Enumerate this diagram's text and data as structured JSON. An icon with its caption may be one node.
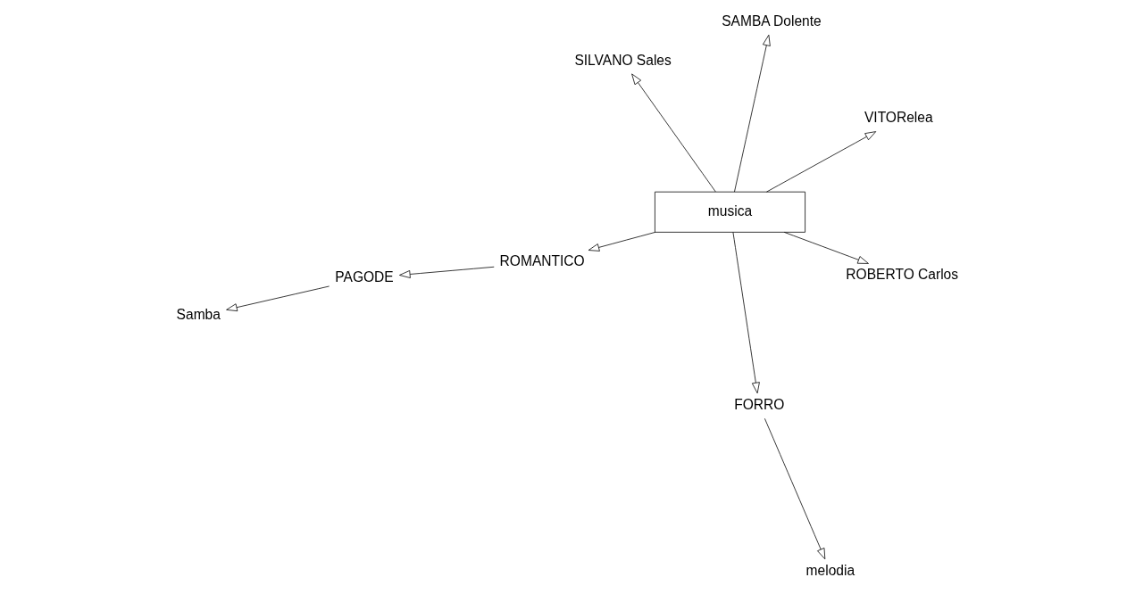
{
  "diagram": {
    "nodes": [
      {
        "text": [
          "musica"
        ]
      },
      {
        "text": [
          "VITORelea"
        ]
      },
      {
        "text": [
          "ROMANTICO"
        ]
      },
      {
        "text": [
          "PAGODE"
        ]
      },
      {
        "text": [
          "SAMBA Dolente"
        ]
      },
      {
        "text": [
          "SILVANO Sales"
        ]
      },
      {
        "text": [
          "Samba"
        ]
      },
      {
        "text": [
          "ROBERTO Carlos"
        ]
      },
      {
        "text": [
          "FORRO"
        ]
      },
      {
        "text": [
          "melodia"
        ]
      }
    ],
    "edges": [
      {
        "from": 0,
        "to": 1,
        "arrow": "to"
      },
      {
        "from": 0,
        "to": 2,
        "arrow": "to"
      },
      {
        "from": 2,
        "to": 3,
        "arrow": "to"
      },
      {
        "from": 0,
        "to": 4,
        "arrow": "to"
      },
      {
        "from": 0,
        "to": 5,
        "arrow": "to"
      },
      {
        "from": 3,
        "to": 6,
        "arrow": "to"
      },
      {
        "from": 0,
        "to": 7,
        "arrow": "to"
      },
      {
        "from": 0,
        "to": 8,
        "arrow": "to"
      },
      {
        "from": 8,
        "to": 9,
        "arrow": "to"
      }
    ]
  }
}
